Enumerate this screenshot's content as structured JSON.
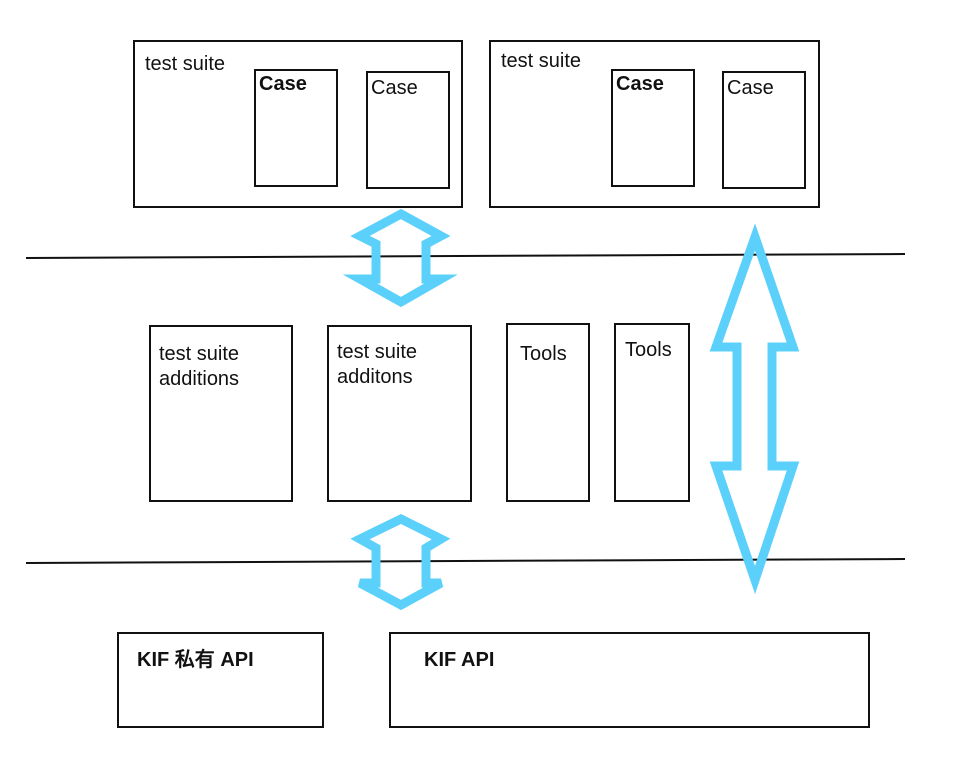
{
  "colors": {
    "arrow": "#5bd0fb",
    "stroke": "#111111"
  },
  "top_layer": {
    "suites": [
      {
        "label": "test suite",
        "cases": [
          "Case",
          "Case"
        ]
      },
      {
        "label": "test suite",
        "cases": [
          "Case",
          "Case"
        ]
      }
    ]
  },
  "middle_layer": {
    "additions": [
      "test suite\nadditions",
      "test suite\nadditons"
    ],
    "tools": [
      "Tools",
      "Tools"
    ]
  },
  "bottom_layer": {
    "private_api": "KIF 私有 API",
    "public_api": "KIF API"
  }
}
